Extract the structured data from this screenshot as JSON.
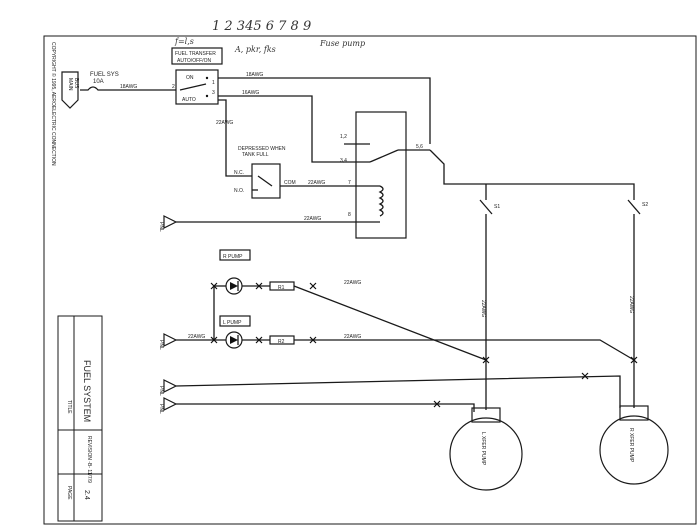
{
  "handwriting": {
    "top_numbers": "1 2 345 6 7 8 9",
    "scribble_1": "f=l,s",
    "scribble_2": "Fuse pump",
    "scribble_3": "A, pkr, fks"
  },
  "title_block": {
    "copyright": "COPYRIGHT © 1995, AEROELECTRIC CONNECTION",
    "title_label": "TITLE",
    "title_value": "FUEL SYSTEM",
    "revision": "REVISION -B- 11/7/9",
    "page_label": "PAGE",
    "page_value": "2.4"
  },
  "labels": {
    "fuel_sys": "FUEL SYS",
    "fuel_sys_amp": "10A",
    "bus_tag": "BUS",
    "main_tag": "MAIN",
    "fuel_transfer_1": "FUEL TRANSFER",
    "fuel_transfer_2": "AUTO/OFF/ON",
    "on": "ON",
    "auto": "AUTO",
    "pin_1": "1",
    "pin_2": "2",
    "pin_3": "3",
    "awg_18_a": "18AWG",
    "awg_18_b": "18AWG",
    "awg_16": "16AWG",
    "awg_22_v": "22AWG",
    "depressed_1": "DEPRESSED WHEN",
    "depressed_2": "TANK FULL",
    "nc": "N.C.",
    "no": "N.O.",
    "com": "COM",
    "awg_22_com": "22AWG",
    "awg_22_coil": "22AWG",
    "relay_12": "1,2",
    "relay_34": "3,4",
    "relay_56": "5,6",
    "relay_7": "7",
    "relay_8": "8",
    "s1": "S1",
    "s2": "S2",
    "pnl": "PNL",
    "r_pump": "R PUMP",
    "l_pump": "L PUMP",
    "r1": "R1",
    "r2": "R2",
    "awg_22_r1": "22AWG",
    "awg_22_r2": "22AWG",
    "awg_22_led": "22AWG",
    "awg_22_lv": "22AWG",
    "awg_22_rv": "22AWG",
    "l_pump_motor": "L XFER PUMP",
    "r_pump_motor": "R XFER PUMP"
  }
}
